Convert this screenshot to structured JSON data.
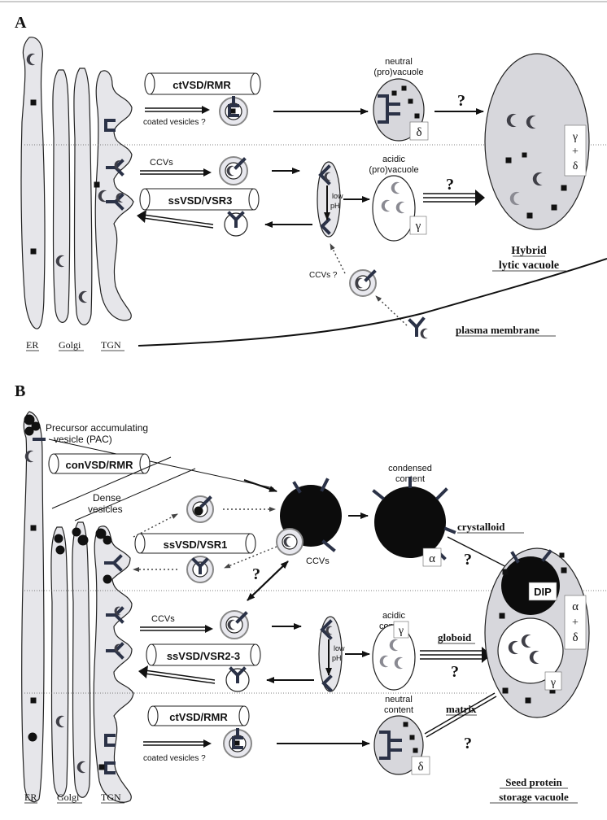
{
  "panelA": {
    "label": "A",
    "scroll_rmr": "ctVSD/RMR",
    "coated_vesicles": "coated vesicles ?",
    "neutral_vacuole": [
      "neutral",
      "(pro)vacuole"
    ],
    "delta": "δ",
    "gamma": "γ",
    "ccvs": "CCVs",
    "acidic_vacuole": [
      "acidic",
      "(pro)vacuole"
    ],
    "low_ph": [
      "low",
      "pH"
    ],
    "scroll_vsr3": "ssVSD/VSR3",
    "ccvs_q": "CCVs ?",
    "hybrid": [
      "Hybrid",
      "lytic vacuole"
    ],
    "hybrid_content": [
      "γ",
      "+",
      "δ"
    ],
    "question": "?",
    "plasma_membrane": "plasma membrane",
    "er": "ER",
    "golgi": "Golgi",
    "tgn": "TGN"
  },
  "panelB": {
    "label": "B",
    "pac": [
      "Precursor accumulating",
      "vesicle  (PAC)"
    ],
    "scroll_con": "conVSD/RMR",
    "dense": [
      "Dense",
      "vesicles"
    ],
    "scroll_vsr1": "ssVSD/VSR1",
    "ccvs_label": "CCVs",
    "condensed": [
      "condensed",
      "content"
    ],
    "alpha": "α",
    "crystalloid": "crystalloid",
    "dip": "DIP",
    "svac_content": [
      "α",
      "+",
      "δ"
    ],
    "ccvs": "CCVs",
    "acidic_content": [
      "acidic",
      "content"
    ],
    "low_ph": [
      "low",
      "pH"
    ],
    "gamma": "γ",
    "globoid": "globoid",
    "scroll_vsr23": "ssVSD/VSR2-3",
    "scroll_rmr": "ctVSD/RMR",
    "neutral_content": [
      "neutral",
      "content"
    ],
    "delta": "δ",
    "matrix": "matrix",
    "coated_vesicles": "coated vesicles ?",
    "storage_vacuole": [
      "Seed protein",
      "storage vacuole"
    ],
    "question": "?",
    "er": "ER",
    "golgi": "Golgi",
    "tgn": "TGN"
  }
}
